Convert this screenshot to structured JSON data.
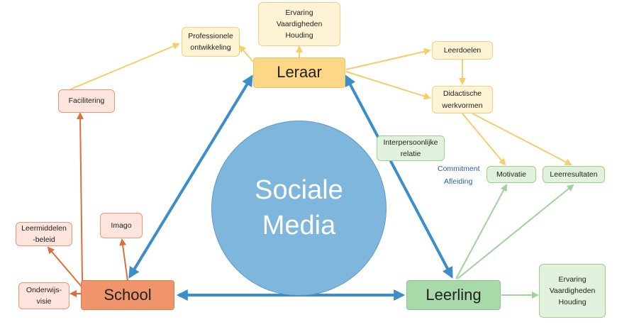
{
  "center": {
    "line1": "Sociale",
    "line2": "Media"
  },
  "leraar": {
    "label": "Leraar",
    "attributes": "Ervaring\nVaardigheden\nHouding",
    "professionele": "Professionele\nontwikkeling",
    "leerdoelen": "Leerdoelen",
    "didactische": "Didactische\nwerkvormen"
  },
  "school": {
    "label": "School",
    "facilitering": "Facilitering",
    "leermiddelen": "Leermiddelen\n-beleid",
    "imago": "Imago",
    "onderwijsvisie": "Onderwijs-\nvisie"
  },
  "leerling": {
    "label": "Leerling",
    "attributes": "Ervaring\nVaardigheden\nHouding",
    "motivatie": "Motivatie",
    "leerresultaten": "Leerresultaten"
  },
  "relations": {
    "interpersoonlijke": "Interpersoonlijke\nrelatie",
    "commitment": "Commitment",
    "afleiding": "Afleiding"
  },
  "colors": {
    "blue_arrow": "#3b8ec9",
    "yellow_arrow": "#f5cd6b",
    "orange_arrow": "#d9703e",
    "green_arrow": "#9ed39a"
  }
}
